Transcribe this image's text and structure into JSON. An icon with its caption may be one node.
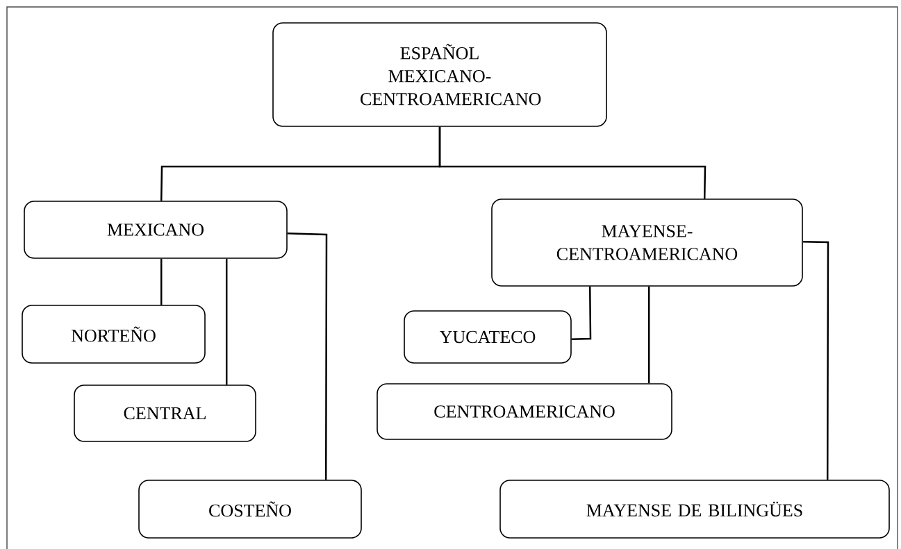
{
  "diagram": {
    "nodes": [
      {
        "text": [
          "ESPAÑOL MEXICANO-CENTROAMERICANO"
        ]
      },
      {
        "text": [
          "MEXICANO"
        ]
      },
      {
        "text": [
          "MAYENSE-CENTROAMERICANO"
        ]
      },
      {
        "text": [
          "NORTEÑO"
        ]
      },
      {
        "text": [
          "CENTRAL"
        ]
      },
      {
        "text": [
          "COSTEÑO"
        ]
      },
      {
        "text": [
          "YUCATECO"
        ]
      },
      {
        "text": [
          "CENTROAMERICANO"
        ]
      },
      {
        "text": [
          "MAYENSE DE BILINGÜES"
        ]
      }
    ],
    "edges": [
      {
        "from": 0,
        "to": 1,
        "arrow": "none"
      },
      {
        "from": 0,
        "to": 2,
        "arrow": "none"
      },
      {
        "from": 1,
        "to": 3,
        "arrow": "none"
      },
      {
        "from": 1,
        "to": 4,
        "arrow": "none"
      },
      {
        "from": 1,
        "to": 5,
        "arrow": "none"
      },
      {
        "from": 2,
        "to": 6,
        "arrow": "none"
      },
      {
        "from": 2,
        "to": 7,
        "arrow": "none"
      },
      {
        "from": 2,
        "to": 8,
        "arrow": "none"
      }
    ]
  }
}
